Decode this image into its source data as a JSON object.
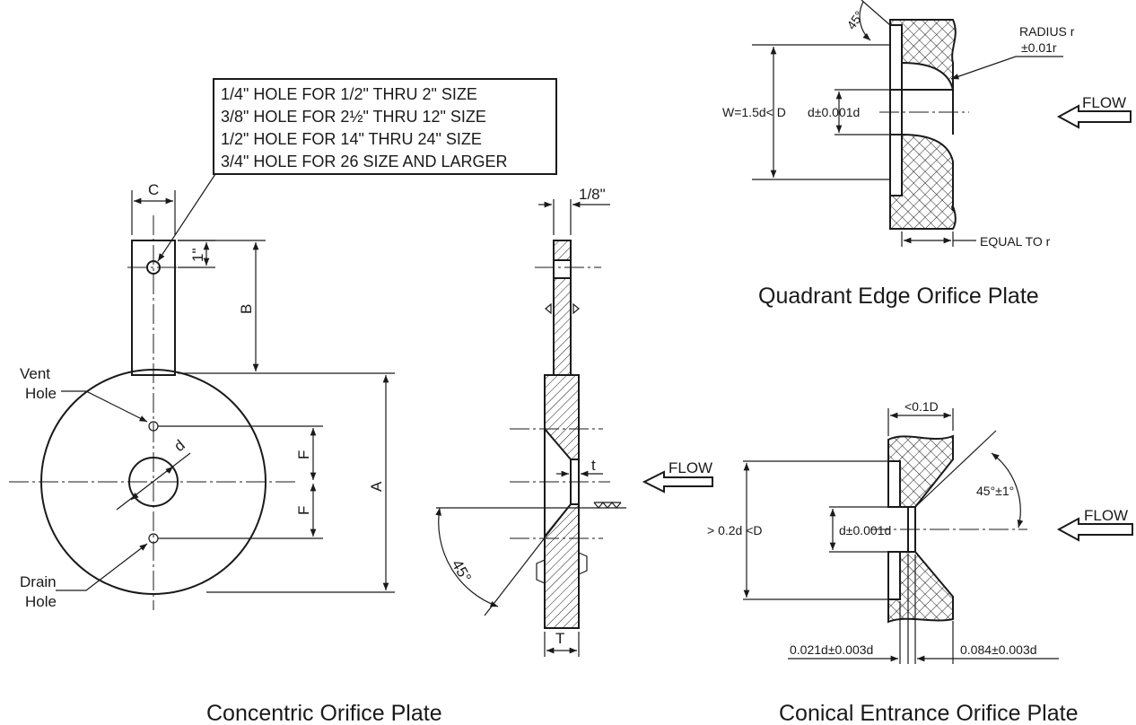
{
  "note": {
    "lines": [
      "1/4\" HOLE FOR 1/2\" THRU 2\" SIZE",
      "3/8\" HOLE FOR 2½\" THRU 12\" SIZE",
      "1/2\" HOLE FOR 14\" THRU 24\" SIZE",
      "3/4\" HOLE FOR 26 SIZE AND LARGER"
    ]
  },
  "concentric": {
    "caption": "Concentric Orifice Plate",
    "labels": {
      "c": "C",
      "one_inch": "1\"",
      "b": "B",
      "a": "A",
      "d": "d",
      "f": "F",
      "vent_1": "Vent",
      "vent_2": "Hole",
      "drain_1": "Drain",
      "drain_2": "Hole"
    }
  },
  "section": {
    "labels": {
      "eighth": "1/8\"",
      "t_small": "t",
      "flow": "FLOW",
      "angle": "45°",
      "t_big": "T"
    }
  },
  "quadrant": {
    "caption": "Quadrant Edge Orifice Plate",
    "labels": {
      "angle": "45°",
      "radius_1": "RADIUS r",
      "radius_2": "±0.01r",
      "w": "W=1.5d< D",
      "d": "d±0.001d",
      "flow": "FLOW",
      "equal": "EQUAL TO r"
    }
  },
  "conical": {
    "caption": "Conical Entrance Orifice Plate",
    "labels": {
      "top": "<0.1D",
      "angle": "45°±1°",
      "range": "> 0.2d <D",
      "d": "d±0.001d",
      "flow": "FLOW",
      "bottom_left": "0.021d±0.003d",
      "bottom_right": "0.084±0.003d"
    }
  }
}
